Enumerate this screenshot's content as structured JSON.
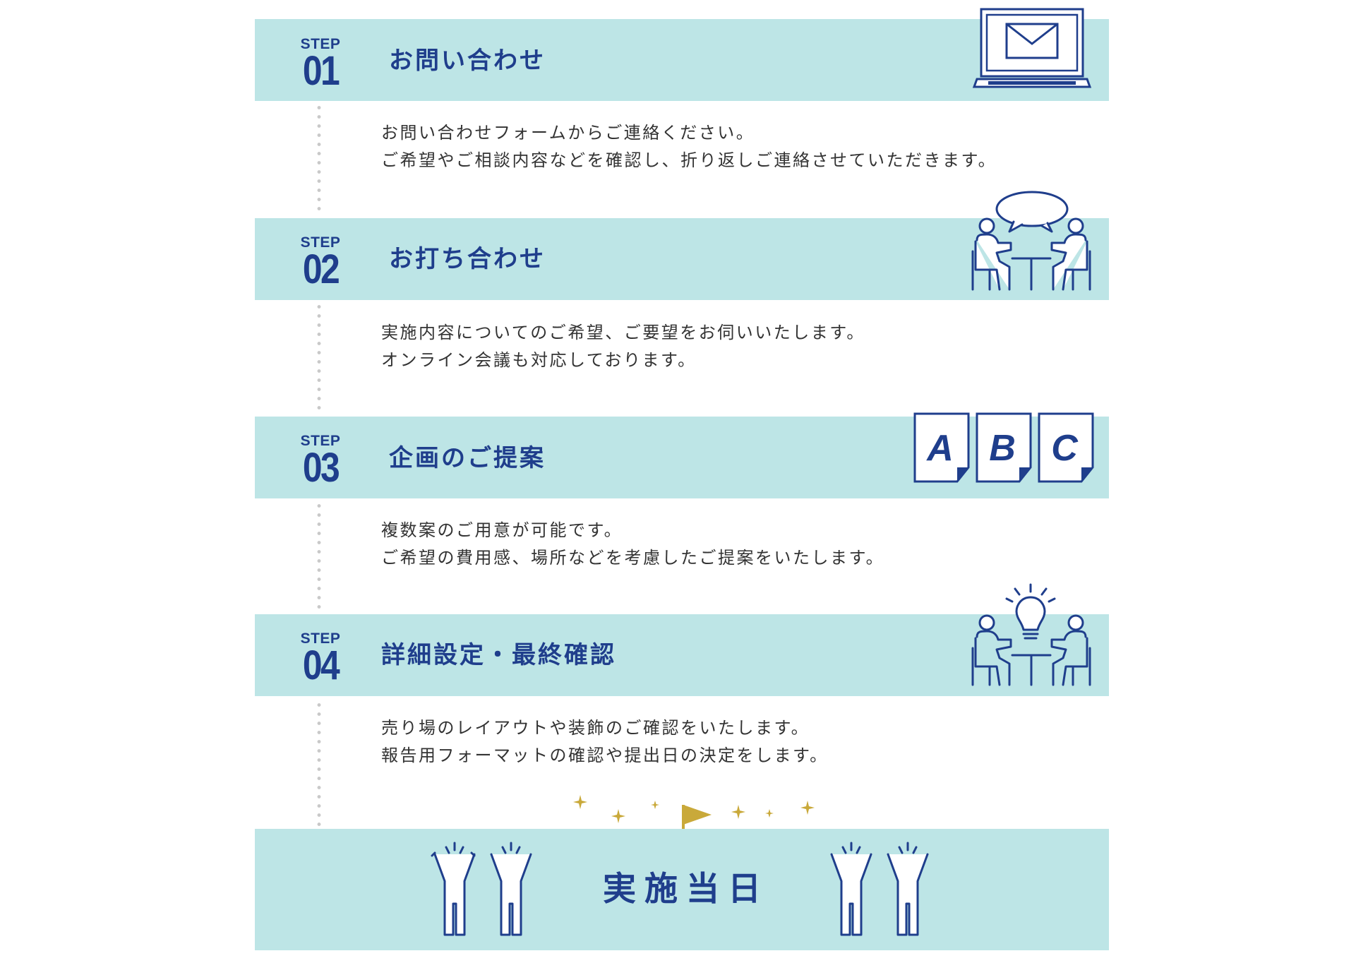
{
  "steps": [
    {
      "step_label": "STEP",
      "number": "01",
      "title": "お問い合わせ",
      "icon": "laptop-mail-icon",
      "lines": [
        "お問い合わせフォームからご連絡ください。",
        "ご希望やご相談内容などを確認し、折り返しご連絡させていただきます。"
      ]
    },
    {
      "step_label": "STEP",
      "number": "02",
      "title": "お打ち合わせ",
      "icon": "meeting-icon",
      "lines": [
        "実施内容についてのご希望、ご要望をお伺いいたします。",
        "オンライン会議も対応しております。"
      ]
    },
    {
      "step_label": "STEP",
      "number": "03",
      "title": "企画のご提案",
      "icon": "abc-documents-icon",
      "doc_letters": [
        "A",
        "B",
        "C"
      ],
      "lines": [
        "複数案のご用意が可能です。",
        "ご希望の費用感、場所などを考慮したご提案をいたします。"
      ]
    },
    {
      "step_label": "STEP",
      "number": "04",
      "title": "詳細設定・最終確認",
      "icon": "idea-meeting-icon",
      "lines": [
        "売り場のレイアウトや装飾のご確認をいたします。",
        "報告用フォーマットの確認や提出日の決定をします。"
      ]
    }
  ],
  "final": {
    "title": "実施当日",
    "icon": "cheering-people-icon",
    "decoration_icon": "goal-flag-sparkles-icon"
  },
  "colors": {
    "band": "#bde5e6",
    "navy": "#1f3e8c",
    "gold": "#c9a93a",
    "text": "#333333",
    "dots": "#c9c9c9"
  }
}
